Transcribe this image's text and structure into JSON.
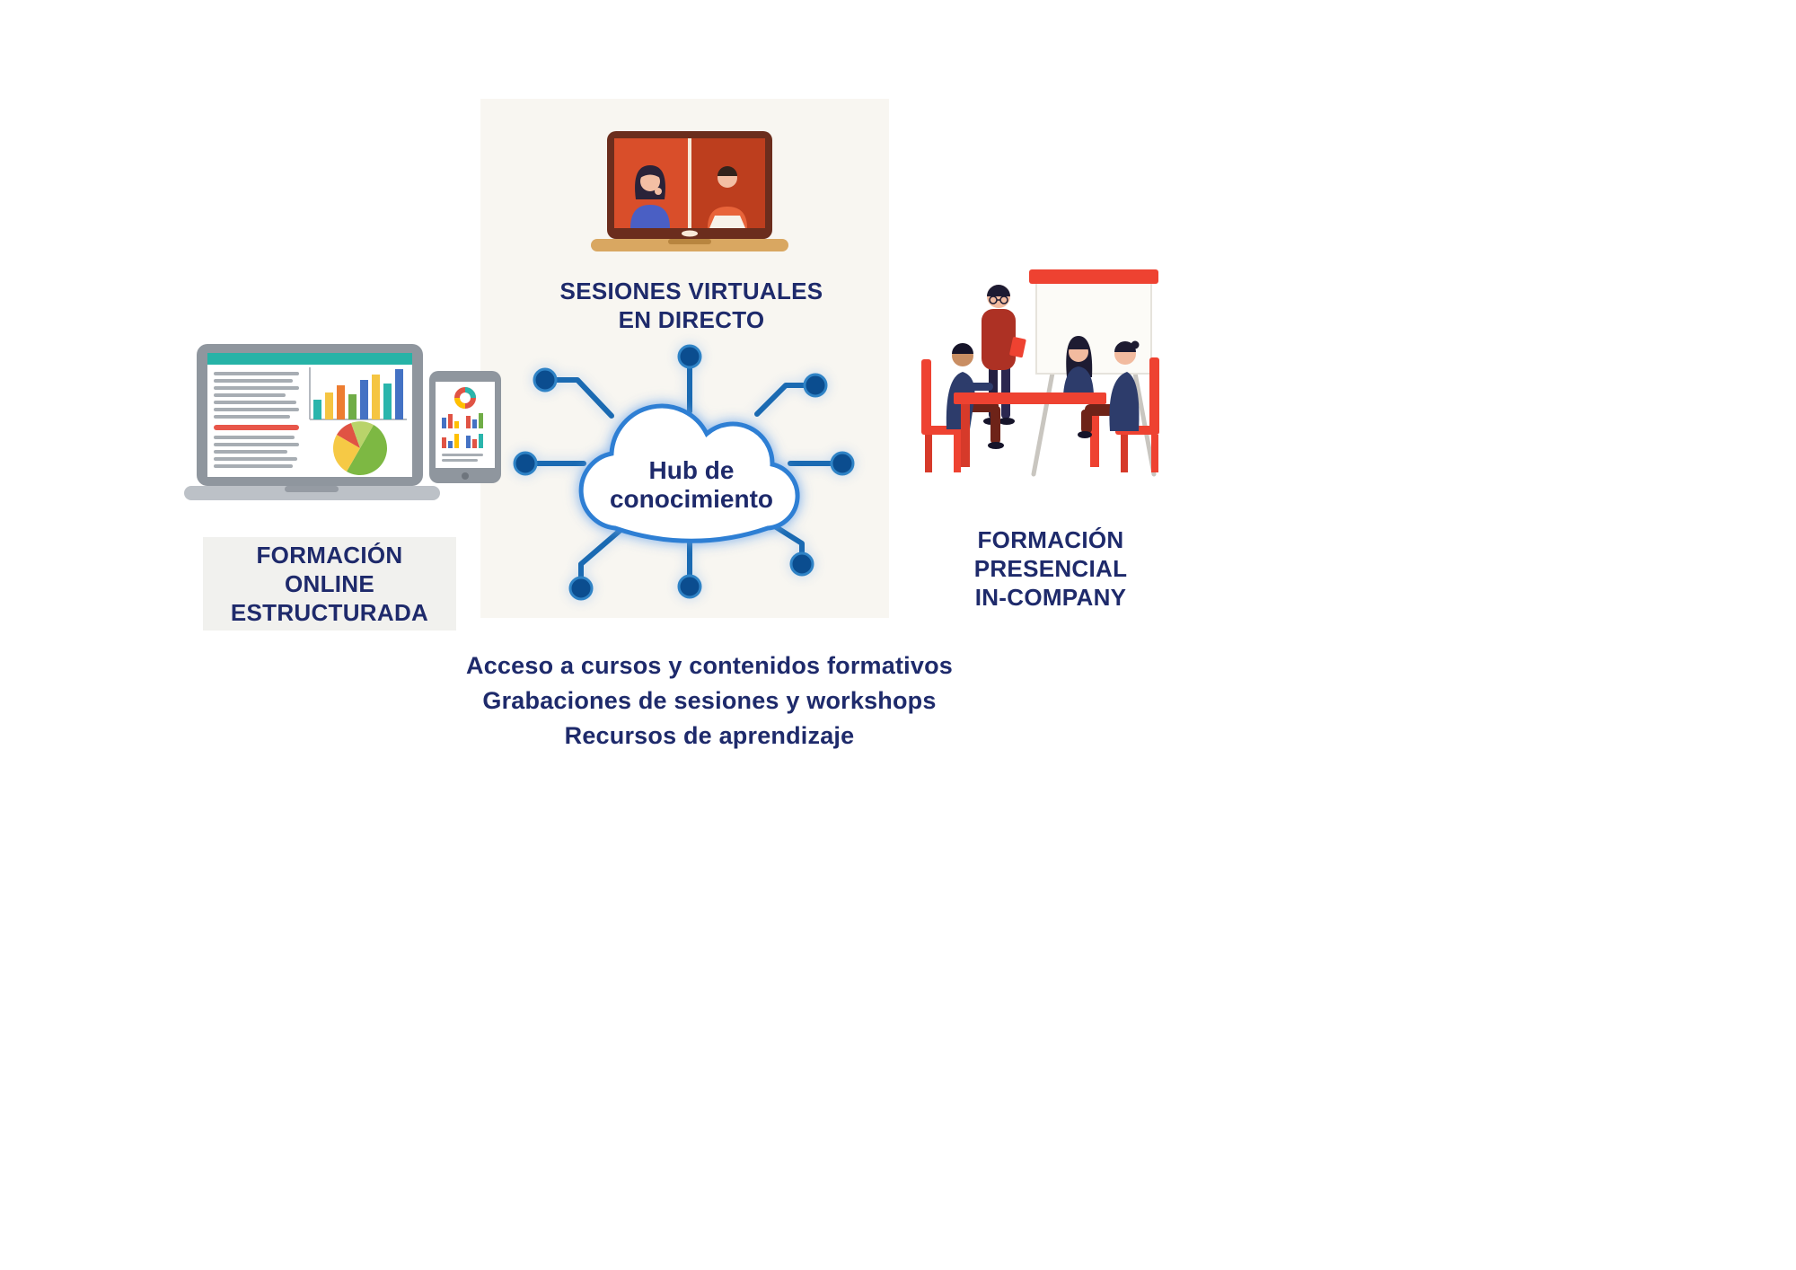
{
  "colors": {
    "navy_text": "#1e2a6b",
    "hub_line_blue": "#1a6ab2",
    "hub_node_blue": "#0b4d8f",
    "cloud_stroke_blue": "#2e7fd4",
    "accent_red": "#ee4231",
    "teal": "#26b3a7",
    "laptop_base_tan": "#d9a761"
  },
  "hub": {
    "title_line1": "Hub de",
    "title_line2": "conocimiento"
  },
  "labels": {
    "virtual_sessions_line1": "SESIONES VIRTUALES",
    "virtual_sessions_line2": "EN DIRECTO",
    "online_training_line1": "FORMACIÓN ONLINE",
    "online_training_line2": "ESTRUCTURADA",
    "inperson_training_line1": "FORMACIÓN PRESENCIAL",
    "inperson_training_line2": "IN-COMPANY"
  },
  "features": [
    "Acceso a cursos y contenidos formativos",
    "Grabaciones de sesiones y workshops",
    "Recursos de aprendizaje"
  ],
  "illustrations": {
    "top_center": "video-call-laptop",
    "center": "knowledge-hub-cloud-network",
    "left": "laptop-and-tablet-dashboard",
    "right": "inperson-training-meeting"
  }
}
